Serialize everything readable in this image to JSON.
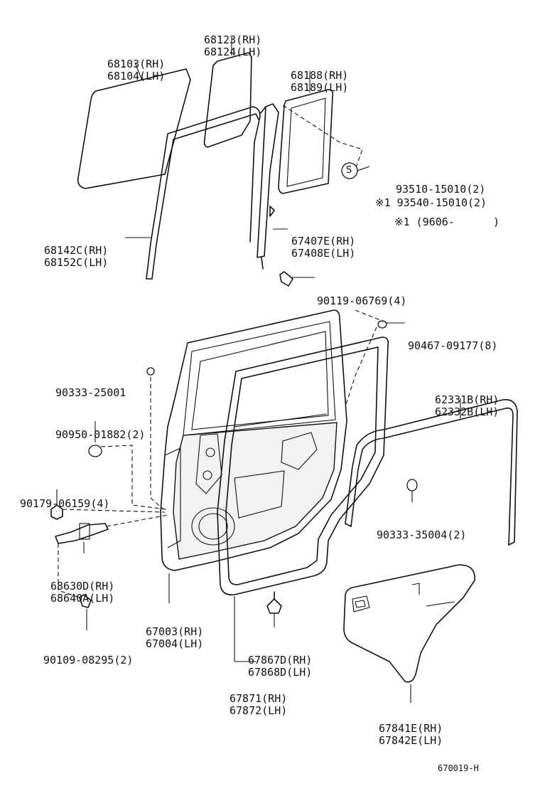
{
  "callouts": [
    {
      "id": "c1",
      "lines": [
        "68123(RH)",
        "68124(LH)"
      ]
    },
    {
      "id": "c2",
      "lines": [
        "68103(RH)",
        "68104(LH)"
      ]
    },
    {
      "id": "c3",
      "lines": [
        "68188(RH)",
        "68189(LH)"
      ]
    },
    {
      "id": "c4",
      "lines": [
        "93510-15010(2)"
      ]
    },
    {
      "id": "c5",
      "lines": [
        "※1 93540-15010(2)"
      ]
    },
    {
      "id": "c6",
      "lines": [
        "※1 (9606-      )"
      ]
    },
    {
      "id": "c7",
      "lines": [
        "67407E(RH)",
        "67408E(LH)"
      ]
    },
    {
      "id": "c8",
      "lines": [
        "68142C(RH)",
        "68152C(LH)"
      ]
    },
    {
      "id": "c9",
      "lines": [
        "90119-06769(4)"
      ]
    },
    {
      "id": "c10",
      "lines": [
        "90467-09177(8)"
      ]
    },
    {
      "id": "c11",
      "lines": [
        "90333-25001"
      ]
    },
    {
      "id": "c12",
      "lines": [
        "62331B(RH)",
        "62332B(LH)"
      ]
    },
    {
      "id": "c13",
      "lines": [
        "90950-01882(2)"
      ]
    },
    {
      "id": "c14",
      "lines": [
        "90179-06159(4)"
      ]
    },
    {
      "id": "c15",
      "lines": [
        "90333-35004(2)"
      ]
    },
    {
      "id": "c16",
      "lines": [
        "68630D(RH)",
        "68640A(LH)"
      ]
    },
    {
      "id": "c17",
      "lines": [
        "67003(RH)",
        "67004(LH)"
      ]
    },
    {
      "id": "c18",
      "lines": [
        "90109-08295(2)"
      ]
    },
    {
      "id": "c19",
      "lines": [
        "67867D(RH)",
        "67868D(LH)"
      ]
    },
    {
      "id": "c20",
      "lines": [
        "67871(RH)",
        "67872(LH)"
      ]
    },
    {
      "id": "c21",
      "lines": [
        "67841E(RH)",
        "67842E(LH)"
      ]
    }
  ],
  "symbol_s": "S",
  "drawing_code": "670019-H"
}
